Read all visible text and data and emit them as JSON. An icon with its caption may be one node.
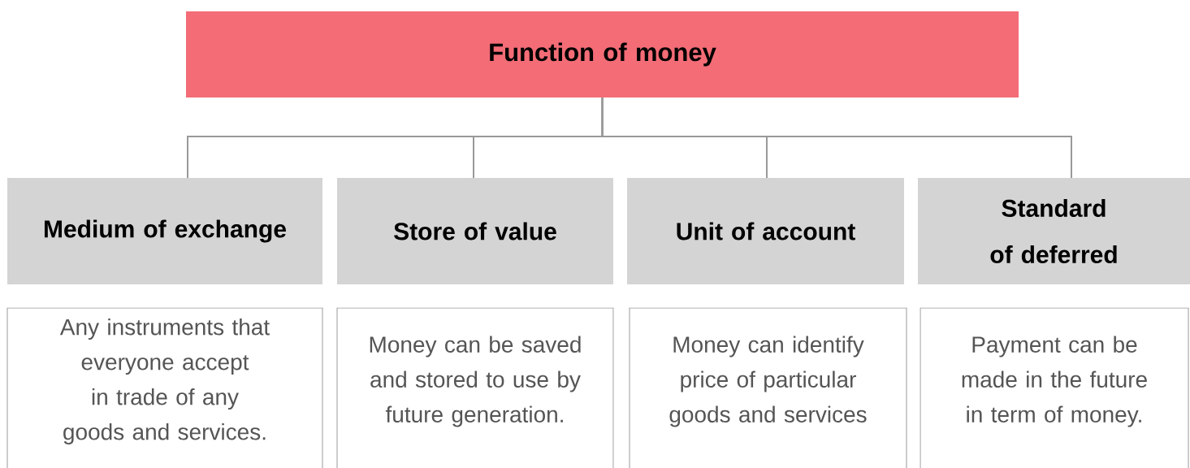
{
  "diagram": {
    "nodes": [
      {
        "text": [
          "Function of money"
        ]
      },
      {
        "text": [
          "Medium of exchange"
        ]
      },
      {
        "text": [
          "Store of value"
        ]
      },
      {
        "text": [
          "Unit of account"
        ]
      },
      {
        "text": [
          "Standard of deferred"
        ]
      },
      {
        "text": [
          "Any instruments that everyone accept in trade of any goods and services."
        ]
      },
      {
        "text": [
          "Money can be saved and stored to use by future generation."
        ]
      },
      {
        "text": [
          "Money can identify price of particular goods and services"
        ]
      },
      {
        "text": [
          "Payment can be made in the future in term of money."
        ]
      }
    ],
    "edges": [
      {
        "from": 0,
        "to": 1,
        "arrow": "none"
      },
      {
        "from": 0,
        "to": 2,
        "arrow": "none"
      },
      {
        "from": 0,
        "to": 3,
        "arrow": "none"
      },
      {
        "from": 0,
        "to": 4,
        "arrow": "none"
      }
    ]
  }
}
